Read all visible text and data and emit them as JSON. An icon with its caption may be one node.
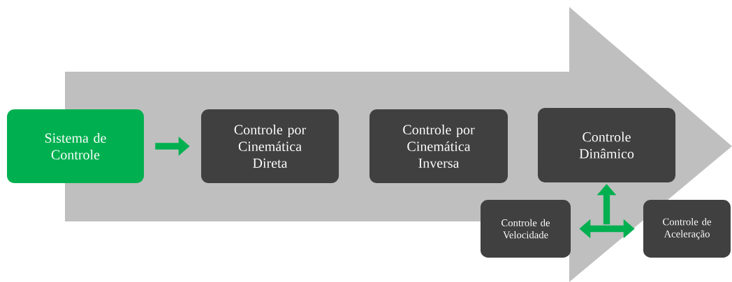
{
  "diagram": {
    "nodes": [
      {
        "text": [
          "Sistema de Controle"
        ]
      },
      {
        "text": [
          "Controle por Cinemática Direta"
        ]
      },
      {
        "text": [
          "Controle por Cinemática Inversa"
        ]
      },
      {
        "text": [
          "Controle Dinâmico"
        ]
      },
      {
        "text": [
          "Controle de Velocidade"
        ]
      },
      {
        "text": [
          "Controle de Aceleração"
        ]
      }
    ],
    "edges": [
      {
        "from": 0,
        "to": 1,
        "arrow": "to"
      },
      {
        "from": 4,
        "to": 5,
        "arrow": "both"
      },
      {
        "from": null,
        "to": 3,
        "arrow": "to"
      }
    ]
  }
}
